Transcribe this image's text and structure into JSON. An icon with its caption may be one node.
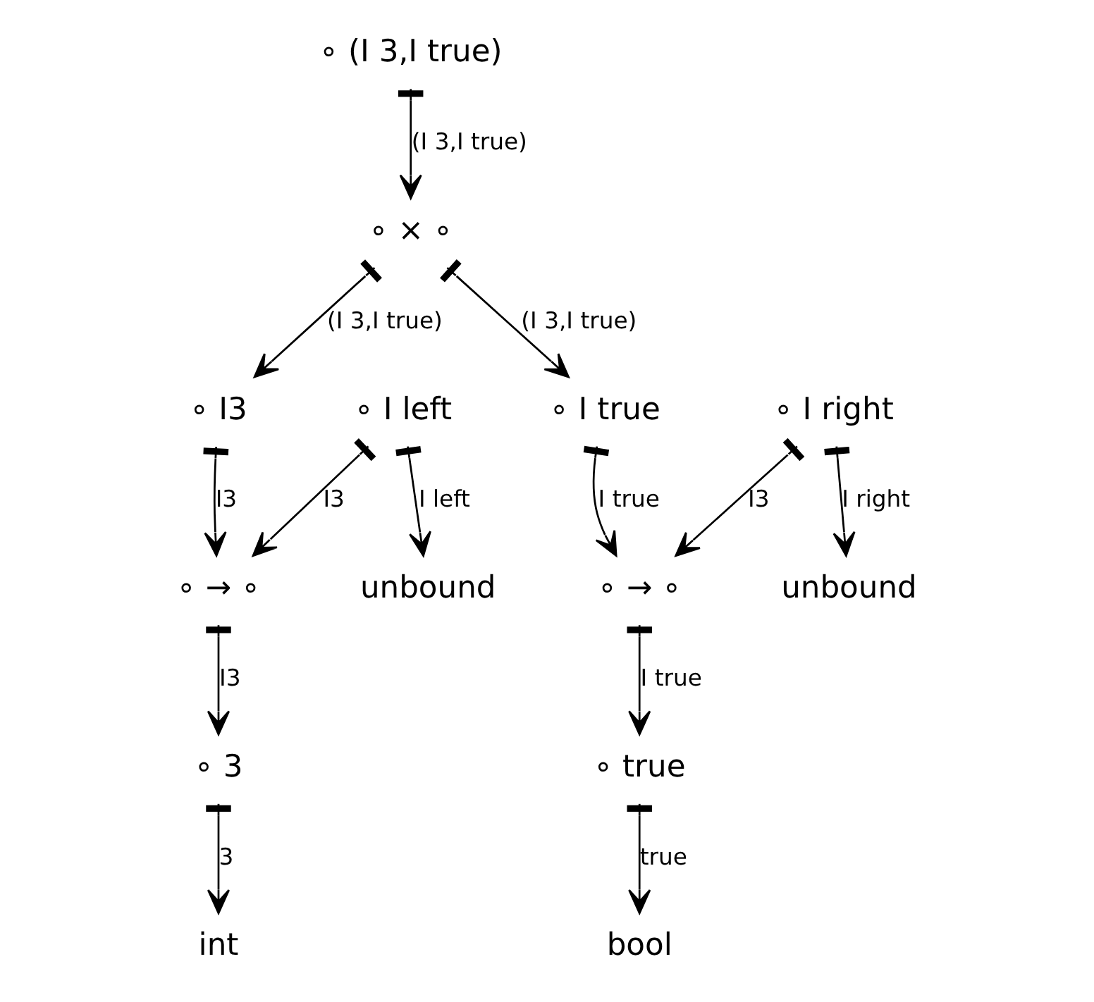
{
  "diagram": {
    "nodes": [
      {
        "text": [
          "∘ (I 3,I true)"
        ]
      },
      {
        "text": [
          "∘ × ∘"
        ]
      },
      {
        "text": [
          "∘ I3"
        ]
      },
      {
        "text": [
          "∘ I true"
        ]
      },
      {
        "text": [
          "∘ I left"
        ]
      },
      {
        "text": [
          "∘ I right"
        ]
      },
      {
        "text": [
          "unbound"
        ]
      },
      {
        "text": [
          "∘ → ∘"
        ]
      },
      {
        "text": [
          "unbound"
        ]
      },
      {
        "text": [
          "∘ → ∘"
        ]
      },
      {
        "text": [
          "∘ 3"
        ]
      },
      {
        "text": [
          "∘ true"
        ]
      },
      {
        "text": [
          "int"
        ]
      },
      {
        "text": [
          "bool"
        ]
      }
    ],
    "edges": [
      {
        "from": 0,
        "to": 1,
        "arrow": "to",
        "label": "(I 3,I true)"
      },
      {
        "from": 1,
        "to": 2,
        "arrow": "to",
        "label": "(I 3,I true)"
      },
      {
        "from": 1,
        "to": 3,
        "arrow": "to",
        "label": "(I 3,I true)"
      },
      {
        "from": 4,
        "to": 6,
        "arrow": "to",
        "label": "I left"
      },
      {
        "from": 4,
        "to": 7,
        "arrow": "to",
        "label": "I3"
      },
      {
        "from": 2,
        "to": 7,
        "arrow": "to",
        "label": "I3"
      },
      {
        "from": 5,
        "to": 8,
        "arrow": "to",
        "label": "I right"
      },
      {
        "from": 5,
        "to": 9,
        "arrow": "to",
        "label": "I3"
      },
      {
        "from": 3,
        "to": 9,
        "arrow": "to",
        "label": "I true"
      },
      {
        "from": 7,
        "to": 10,
        "arrow": "to",
        "label": "I3"
      },
      {
        "from": 9,
        "to": 11,
        "arrow": "to",
        "label": "I true"
      },
      {
        "from": 10,
        "to": 12,
        "arrow": "to",
        "label": "3"
      },
      {
        "from": 11,
        "to": 13,
        "arrow": "to",
        "label": "true"
      }
    ]
  }
}
